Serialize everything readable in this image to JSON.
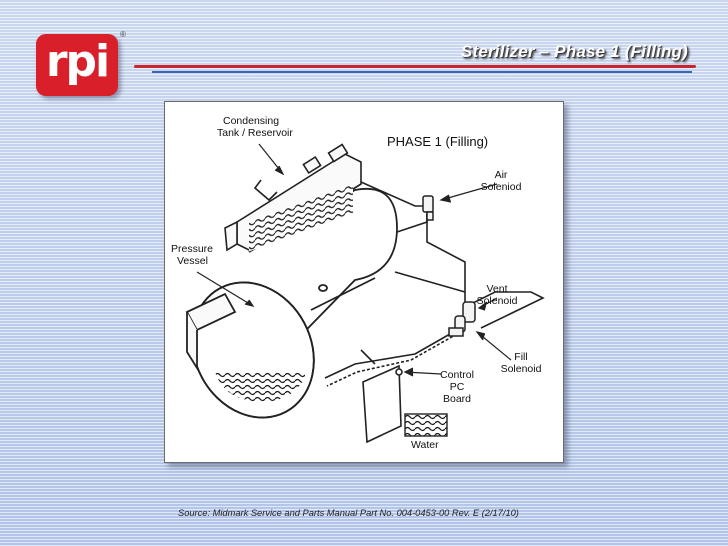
{
  "logo": {
    "text": "rpi",
    "registered_mark": "®"
  },
  "slide": {
    "title": "Sterilizer – Phase 1 (Filling)"
  },
  "diagram": {
    "heading": "PHASE 1 (Filling)",
    "labels": {
      "condensing_tank_line1": "Condensing",
      "condensing_tank_line2": "Tank / Reservoir",
      "pressure_vessel_line1": "Pressure",
      "pressure_vessel_line2": "Vessel",
      "air_solenoid_line1": "Air",
      "air_solenoid_line2": "Soleniod",
      "vent_solenoid_line1": "Vent",
      "vent_solenoid_line2": "Solenoid",
      "fill_solenoid_line1": "Fill",
      "fill_solenoid_line2": "Solenoid",
      "control_board_line1": "Control",
      "control_board_line2": "PC",
      "control_board_line3": "Board",
      "water_legend": "Water"
    }
  },
  "footer": {
    "source": "Source: Midmark Service and Parts Manual Part No. 004-0453-00 Rev. E (2/17/10)"
  },
  "colors": {
    "brand_red": "#d81f2a",
    "rule_red": "#c8262b",
    "rule_blue": "#3a64b8"
  }
}
